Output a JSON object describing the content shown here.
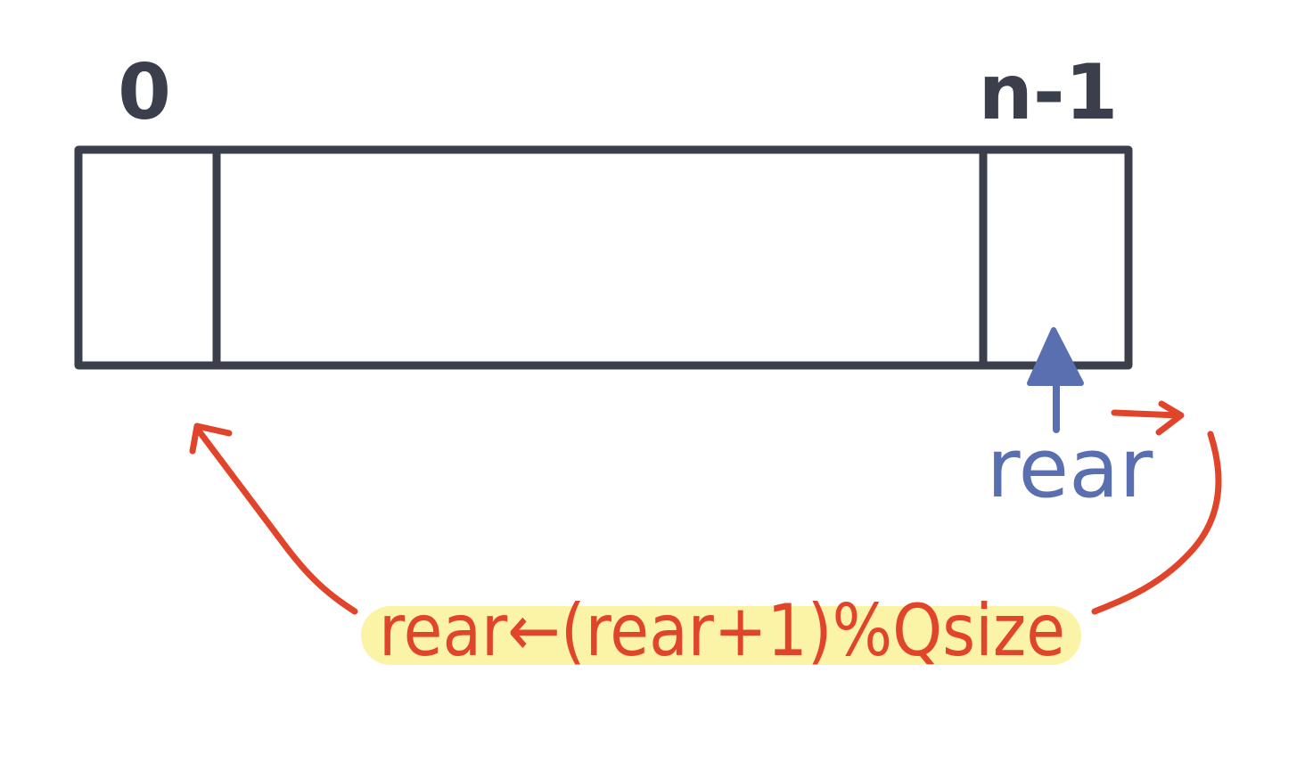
{
  "labels": {
    "index_start": "0",
    "index_end": "n-1",
    "pointer": "rear",
    "formula": "rear←(rear+1)%Qsize"
  },
  "colors": {
    "outline": "#3a3f4b",
    "pointer": "#5a6fb0",
    "formula": "#e0452c",
    "highlight": "#fbf3a6",
    "background": "#ffffff"
  }
}
